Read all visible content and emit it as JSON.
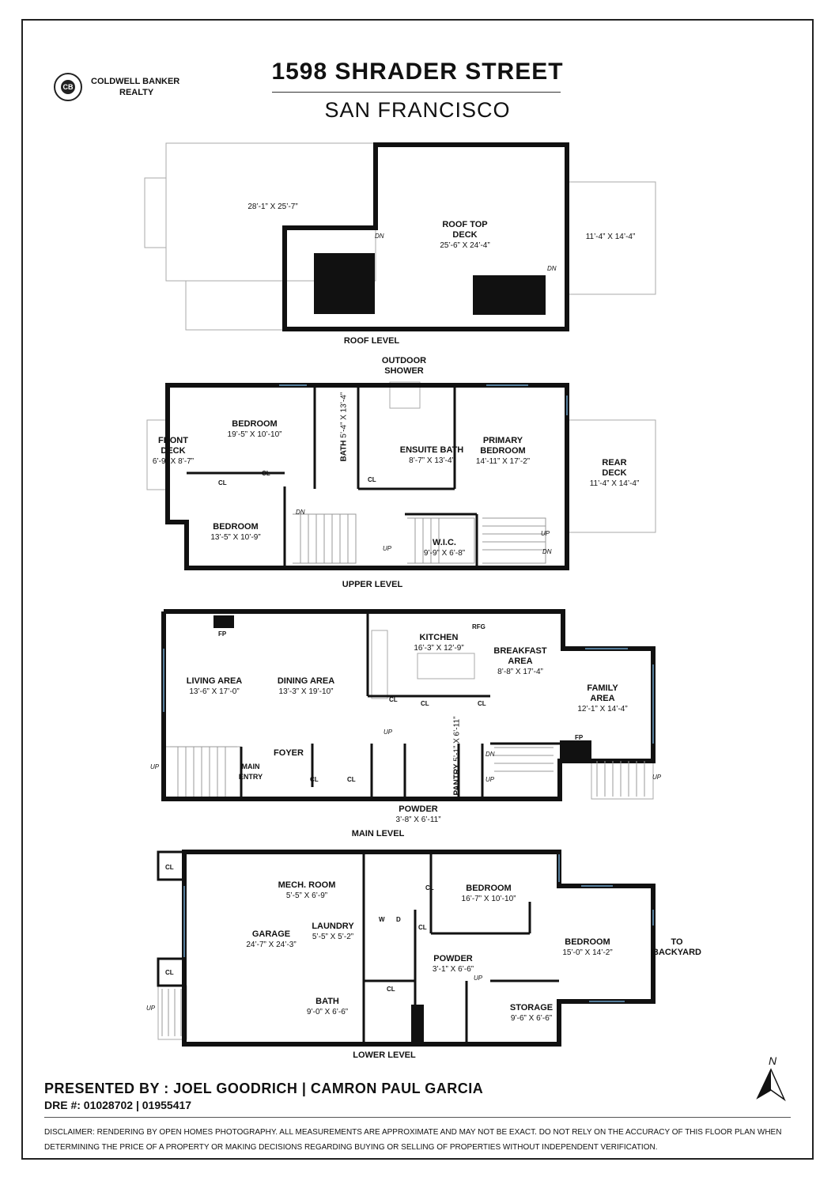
{
  "header": {
    "title": "1598 SHRADER STREET",
    "subtitle": "SAN FRANCISCO",
    "brand_line1": "COLDWELL BANKER",
    "brand_line2": "REALTY",
    "logo_text": "CB"
  },
  "levels": {
    "roof": "ROOF LEVEL",
    "upper": "UPPER LEVEL",
    "main": "MAIN LEVEL",
    "lower": "LOWER LEVEL"
  },
  "rooms": {
    "roof_left_dims": "28’-1” X 25’-7”",
    "roof_deck_name": "ROOF TOP\nDECK",
    "roof_deck_dims": "25’-6” X 24’-4”",
    "roof_right_dims": "11’-4” X 14’-4”",
    "outdoor_shower": "OUTDOOR\nSHOWER",
    "front_deck_name": "FRONT\nDECK",
    "front_deck_dims": "6’-9” X 8’-7”",
    "bed1_name": "BEDROOM",
    "bed1_dims": "19’-5” X 10’-10”",
    "bed2_name": "BEDROOM",
    "bed2_dims": "13’-5” X 10’-9”",
    "bath_name": "BATH",
    "bath_dims": "5’-4” X 13’-4”",
    "ensuite_name": "ENSUITE BATH",
    "ensuite_dims": "8’-7” X 13’-4”",
    "primary_name": "PRIMARY\nBEDROOM",
    "primary_dims": "14’-11” X 17’-2”",
    "rear_deck_name": "REAR\nDECK",
    "rear_deck_dims": "11’-4” X 14’-4”",
    "wic_name": "W.I.C.",
    "wic_dims": "9’-9” X 6’-8”",
    "kitchen_name": "KITCHEN",
    "kitchen_dims": "16’-3” X 12’-9”",
    "breakfast_name": "BREAKFAST\nAREA",
    "breakfast_dims": "8’-8” X 17’-4”",
    "family_name": "FAMILY\nAREA",
    "family_dims": "12’-1” X 14’-4”",
    "living_name": "LIVING AREA",
    "living_dims": "13’-6” X 17’-0”",
    "dining_name": "DINING AREA",
    "dining_dims": "13’-3” X 19’-10”",
    "foyer": "FOYER",
    "main_entry": "MAIN\nENTRY",
    "pantry_name": "PANTRY",
    "pantry_dims": "5’-1” X 6’-11”",
    "powder_main_name": "POWDER",
    "powder_main_dims": "3’-8” X 6’-11”",
    "mech_name": "MECH. ROOM",
    "mech_dims": "5’-5” X 6’-9”",
    "garage_name": "GARAGE",
    "garage_dims": "24’-7” X 24’-3”",
    "laundry_name": "LAUNDRY",
    "laundry_dims": "5’-5” X 5’-2”",
    "bed3_name": "BEDROOM",
    "bed3_dims": "16’-7” X 10’-10”",
    "bed4_name": "BEDROOM",
    "bed4_dims": "15’-0” X 14’-2”",
    "to_backyard": "TO\nBACKYARD",
    "powder_low_name": "POWDER",
    "powder_low_dims": "3’-1” X 6’-6”",
    "bath_low_name": "BATH",
    "bath_low_dims": "9’-0” X 6’-6”",
    "storage_name": "STORAGE",
    "storage_dims": "9’-6” X 6’-6”"
  },
  "tags": {
    "cl": "CL",
    "fp": "FP",
    "rfg": "RFG",
    "dn": "DN",
    "up": "UP",
    "w": "W",
    "d": "D"
  },
  "footer": {
    "presented": "PRESENTED BY : JOEL GOODRICH | CAMRON PAUL GARCIA",
    "dre": "DRE #: 01028702 | 01955417",
    "disclaimer": "DISCLAIMER: RENDERING BY OPEN HOMES PHOTOGRAPHY. ALL MEASUREMENTS ARE APPROXIMATE AND MAY NOT BE EXACT. DO NOT RELY ON THE ACCURACY OF THIS FLOOR PLAN WHEN DETERMINING THE PRICE OF A PROPERTY OR MAKING DECISIONS REGARDING BUYING OR SELLING OF PROPERTIES WITHOUT INDEPENDENT VERIFICATION.",
    "north": "N"
  }
}
